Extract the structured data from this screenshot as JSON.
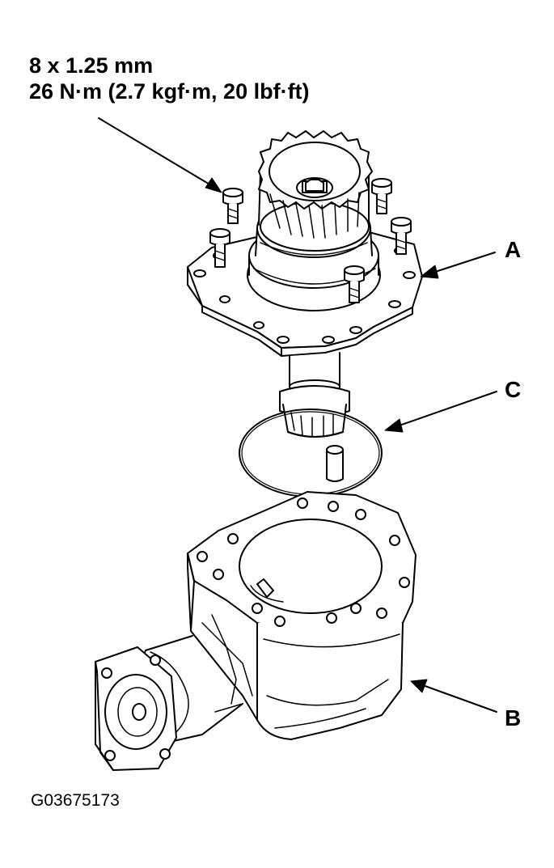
{
  "fastener_spec": {
    "size": "8 x 1.25 mm",
    "torque": "26 N·m (2.7 kgf·m, 20 lbf·ft)"
  },
  "callouts": {
    "a": "A",
    "b": "B",
    "c": "C"
  },
  "figure_id": "G03675173",
  "colors": {
    "ink": "#000000",
    "paper": "#ffffff"
  }
}
